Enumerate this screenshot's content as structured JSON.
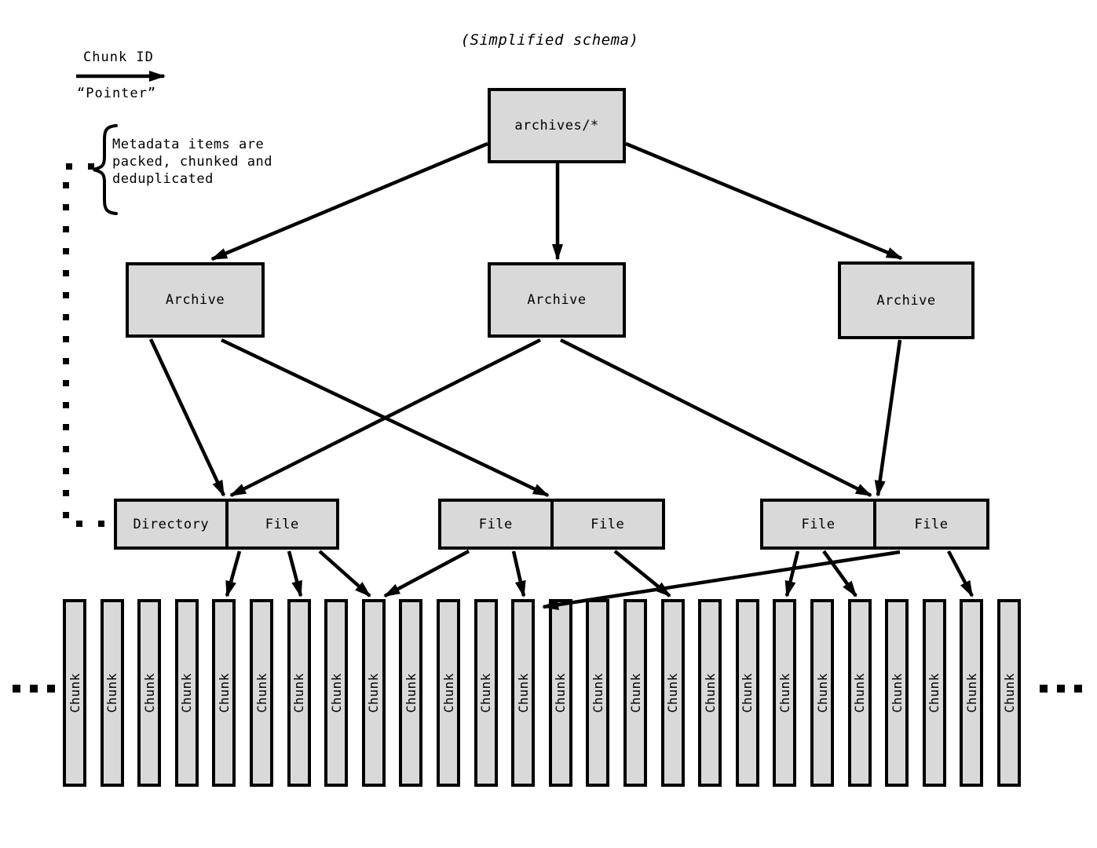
{
  "title": "(Simplified schema)",
  "legend": {
    "arrow_label": "Chunk ID",
    "arrow_sublabel": "“Pointer”"
  },
  "annotation": {
    "line1": "Metadata items are",
    "line2": "packed, chunked and",
    "line3": "deduplicated"
  },
  "nodes": {
    "root": {
      "label": "archives/*"
    },
    "archives": [
      {
        "label": "Archive"
      },
      {
        "label": "Archive"
      },
      {
        "label": "Archive"
      }
    ],
    "pairs": [
      {
        "cells": [
          {
            "label": "Directory"
          },
          {
            "label": "File"
          }
        ]
      },
      {
        "cells": [
          {
            "label": "File"
          },
          {
            "label": "File"
          }
        ]
      },
      {
        "cells": [
          {
            "label": "File"
          },
          {
            "label": "File"
          }
        ]
      }
    ],
    "chunks": {
      "label": "Chunk",
      "count": 26
    }
  },
  "ellipsis": {
    "dots_per_side": 3
  },
  "colors": {
    "box_fill": "#d9d9d9",
    "stroke": "#000000",
    "background": "#ffffff"
  }
}
